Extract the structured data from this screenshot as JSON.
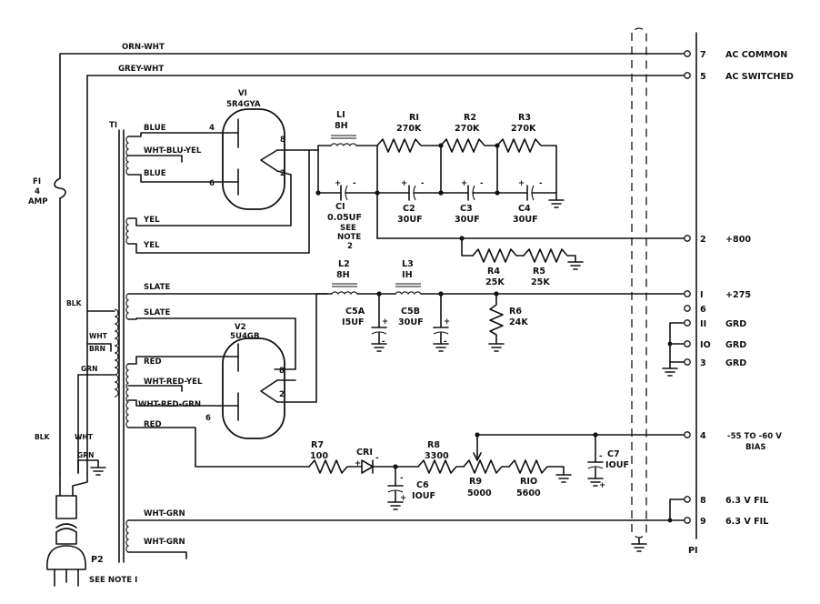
{
  "wires": {
    "orn_wht": "ORN-WHT",
    "grey_wht": "GREY-WHT",
    "blue_top": "BLUE",
    "wht_blu_yel": "WHT-BLU-YEL",
    "blue_bottom": "BLUE",
    "yel_top": "YEL",
    "yel_bottom": "YEL",
    "slate_top": "SLATE",
    "slate_bottom": "SLATE",
    "red_top": "RED",
    "wht_red_yel": "WHT-RED-YEL",
    "wht_red_grn": "WHT-RED-GRN",
    "red_bottom": "RED",
    "wht_grn_top": "WHT-GRN",
    "wht_grn_bottom": "WHT-GRN",
    "blk_upper": "BLK",
    "wht_upper": "WHT",
    "brn": "BRN",
    "grn_upper": "GRN",
    "blk_lower": "BLK",
    "wht_lower": "WHT",
    "grn_lower": "GRN"
  },
  "fuse": {
    "ref": "FI",
    "rating_value": "4",
    "rating_unit": "AMP"
  },
  "transformer": {
    "ref": "TI"
  },
  "tube_v1": {
    "ref": "VI",
    "type": "5R4GYA",
    "pins": {
      "a1": "4",
      "a2": "6",
      "k1": "8",
      "k2": "2"
    }
  },
  "tube_v2": {
    "ref": "V2",
    "type": "5U4GB",
    "pins": {
      "a1": "8",
      "a2": "2",
      "k1": "6"
    }
  },
  "components": {
    "l1": {
      "ref": "LI",
      "value": "8H"
    },
    "l2": {
      "ref": "L2",
      "value": "8H"
    },
    "l3": {
      "ref": "L3",
      "value": "IH"
    },
    "r1": {
      "ref": "RI",
      "value": "270K"
    },
    "r2": {
      "ref": "R2",
      "value": "270K"
    },
    "r3": {
      "ref": "R3",
      "value": "270K"
    },
    "r4": {
      "ref": "R4",
      "value": "25K"
    },
    "r5": {
      "ref": "R5",
      "value": "25K"
    },
    "r6": {
      "ref": "R6",
      "value": "24K"
    },
    "r7": {
      "ref": "R7",
      "value": "100"
    },
    "r8": {
      "ref": "R8",
      "value": "3300"
    },
    "r9": {
      "ref": "R9",
      "value": "5000"
    },
    "r10": {
      "ref": "RIO",
      "value": "5600"
    },
    "c1": {
      "ref": "CI",
      "value": "0.05UF",
      "note_line1": "SEE",
      "note_line2": "NOTE",
      "note_line3": "2"
    },
    "c2": {
      "ref": "C2",
      "value": "30UF"
    },
    "c3": {
      "ref": "C3",
      "value": "30UF"
    },
    "c4": {
      "ref": "C4",
      "value": "30UF"
    },
    "c5a": {
      "ref": "C5A",
      "value": "I5UF"
    },
    "c5b": {
      "ref": "C5B",
      "value": "30UF"
    },
    "c6": {
      "ref": "C6",
      "value": "IOUF"
    },
    "c7": {
      "ref": "C7",
      "value": "IOUF"
    },
    "cr1": {
      "ref": "CRI"
    }
  },
  "connector_p1": {
    "ref": "PI",
    "pins": [
      {
        "num": "7",
        "label": "AC COMMON"
      },
      {
        "num": "5",
        "label": "AC SWITCHED"
      },
      {
        "num": "2",
        "label": "+800"
      },
      {
        "num": "I",
        "label": "+275"
      },
      {
        "num": "6",
        "label": ""
      },
      {
        "num": "II",
        "label": "GRD"
      },
      {
        "num": "IO",
        "label": "GRD"
      },
      {
        "num": "3",
        "label": "GRD"
      },
      {
        "num": "4",
        "label": "-55 TO -60 V",
        "label2": "BIAS"
      },
      {
        "num": "8",
        "label": "6.3 V FIL"
      },
      {
        "num": "9",
        "label": "6.3 V FIL"
      }
    ]
  },
  "plug_p2": {
    "ref": "P2",
    "note": "SEE NOTE I"
  },
  "polarity": {
    "plus": "+",
    "minus": "-"
  }
}
